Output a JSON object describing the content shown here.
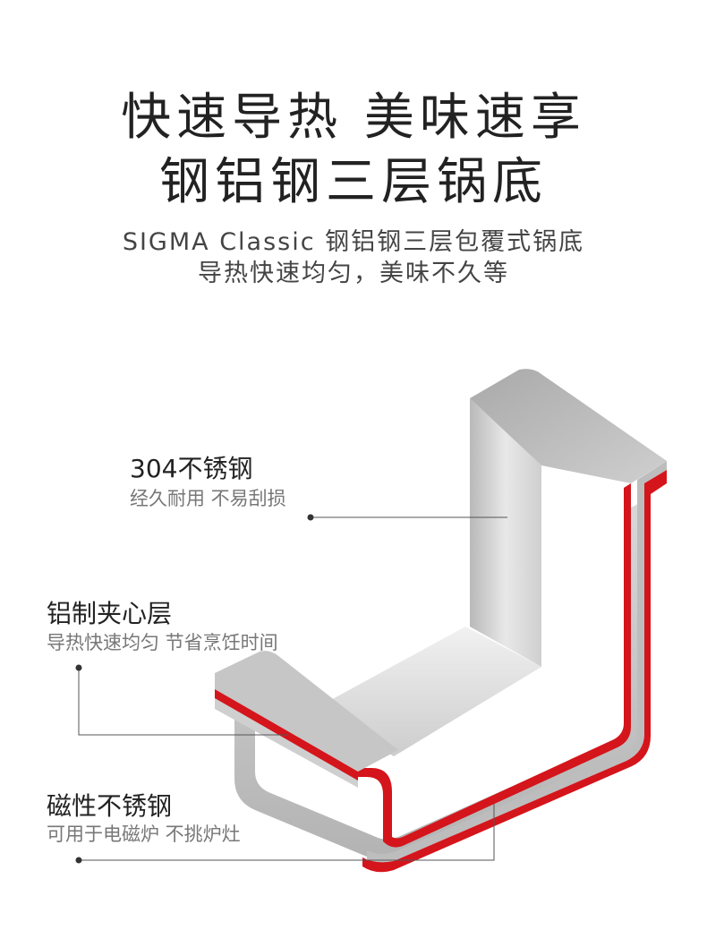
{
  "headline": {
    "line1": "快速导热 美味速享",
    "line2": "钢铝钢三层锅底"
  },
  "subtitle": {
    "line1": "SIGMA Classic 钢铝钢三层包覆式锅底",
    "line2": "导热快速均匀，美味不久等"
  },
  "layers": [
    {
      "title": "304不锈钢",
      "desc": "经久耐用 不易刮损"
    },
    {
      "title": "铝制夹心层",
      "desc": "导热快速均匀 节省烹饪时间"
    },
    {
      "title": "磁性不锈钢",
      "desc": "可用于电磁炉 不挑炉灶"
    }
  ],
  "colors": {
    "accent_red": "#d4151b",
    "steel": "#c9c9c9",
    "text_dark": "#222222",
    "text_gray": "#777777"
  }
}
